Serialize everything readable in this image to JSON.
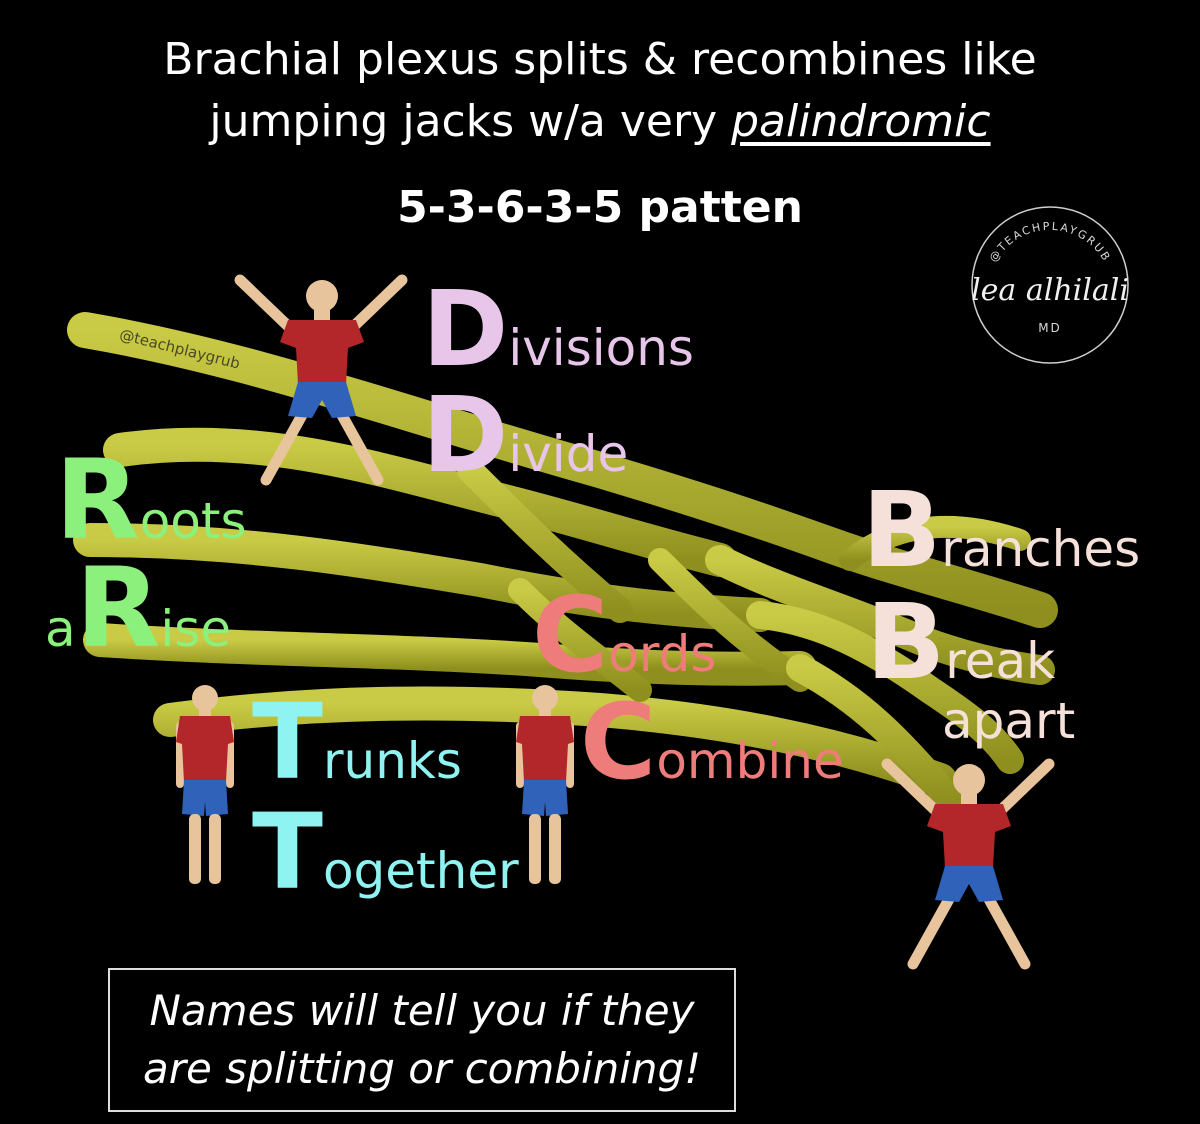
{
  "title": {
    "line1": "Brachial plexus splits & recombines like",
    "line2_prefix": "jumping jacks w/a very ",
    "line2_emph": "palindromic",
    "line3": "5-3-6-3-5 patten"
  },
  "labels": {
    "divisions": {
      "l1_cap": "D",
      "l1_rest": "ivisions",
      "l2_cap": "D",
      "l2_rest": "ivide"
    },
    "roots": {
      "l1_cap": "R",
      "l1_rest": "oots",
      "l2_pre": "a",
      "l2_cap": "R",
      "l2_rest": "ise"
    },
    "trunks": {
      "l1_cap": "T",
      "l1_rest": "runks",
      "l2_cap": "T",
      "l2_rest": "ogether"
    },
    "cords": {
      "l1_cap": "C",
      "l1_rest": "ords",
      "l2_cap": "C",
      "l2_rest": "ombine"
    },
    "branches": {
      "l1_cap": "B",
      "l1_rest": "ranches",
      "l2_cap": "B",
      "l2_rest": "reak",
      "l3": "apart"
    }
  },
  "note": {
    "line1": "Names will tell you if they",
    "line2": "are splitting or combining!"
  },
  "watermark": "@teachplaygrub",
  "logo": {
    "top_text": "@TEACHPLAYGRUB",
    "signature": "lea alhilali",
    "suffix": "MD"
  },
  "colors": {
    "divisions": "#e7c6ea",
    "roots": "#8bf07c",
    "trunks": "#8ff3f1",
    "cords": "#ee7c7a",
    "branches": "#f5e1d9",
    "nerve": "#b3b42a",
    "shirt": "#b3272a",
    "shorts": "#2f62b8",
    "skin": "#e7c49b"
  }
}
